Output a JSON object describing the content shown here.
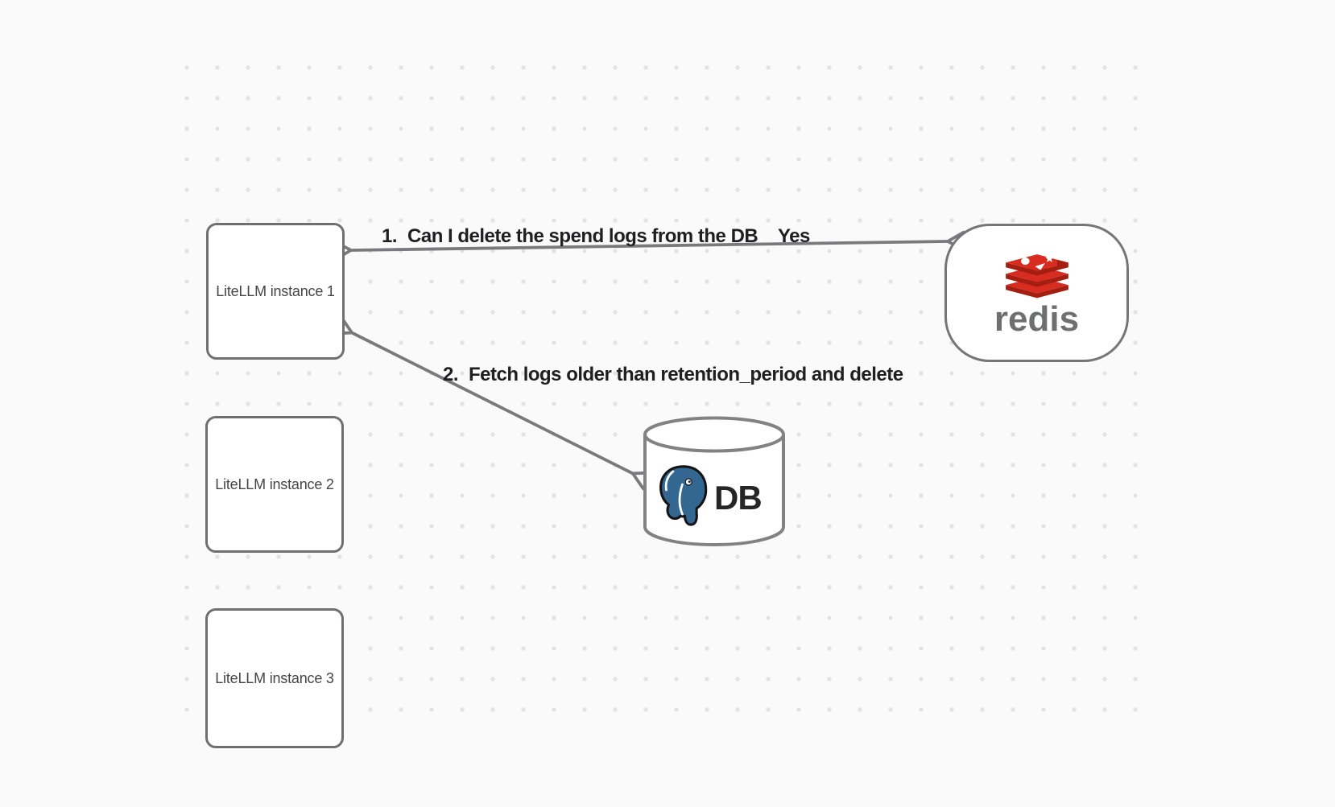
{
  "canvas": {
    "background_color": "#fafafa",
    "dot_color": "#e3e3e3"
  },
  "nodes": {
    "litellm_instances": [
      {
        "label": "LiteLLM instance 1"
      },
      {
        "label": "LiteLLM instance 2"
      },
      {
        "label": "LiteLLM instance 3"
      }
    ],
    "redis": {
      "wordmark": "redis",
      "icon": "redis-stack-logo",
      "logo_red": "#d82c20",
      "logo_dark_red": "#a41e11",
      "wordmark_color": "#6d6f71"
    },
    "db": {
      "label": "DB",
      "icon": "postgresql-elephant-logo",
      "logo_blue": "#336791"
    }
  },
  "annotations": {
    "step1": {
      "number": "1.",
      "text": "Can I delete the spend logs from the DB",
      "answer": "Yes"
    },
    "step2": {
      "number": "2.",
      "text": "Fetch logs older than retention_period and delete"
    }
  },
  "style": {
    "arrow_color": "#7a7a7e",
    "box_border_color": "#6f6f73",
    "text_color": "#1f1f22"
  }
}
